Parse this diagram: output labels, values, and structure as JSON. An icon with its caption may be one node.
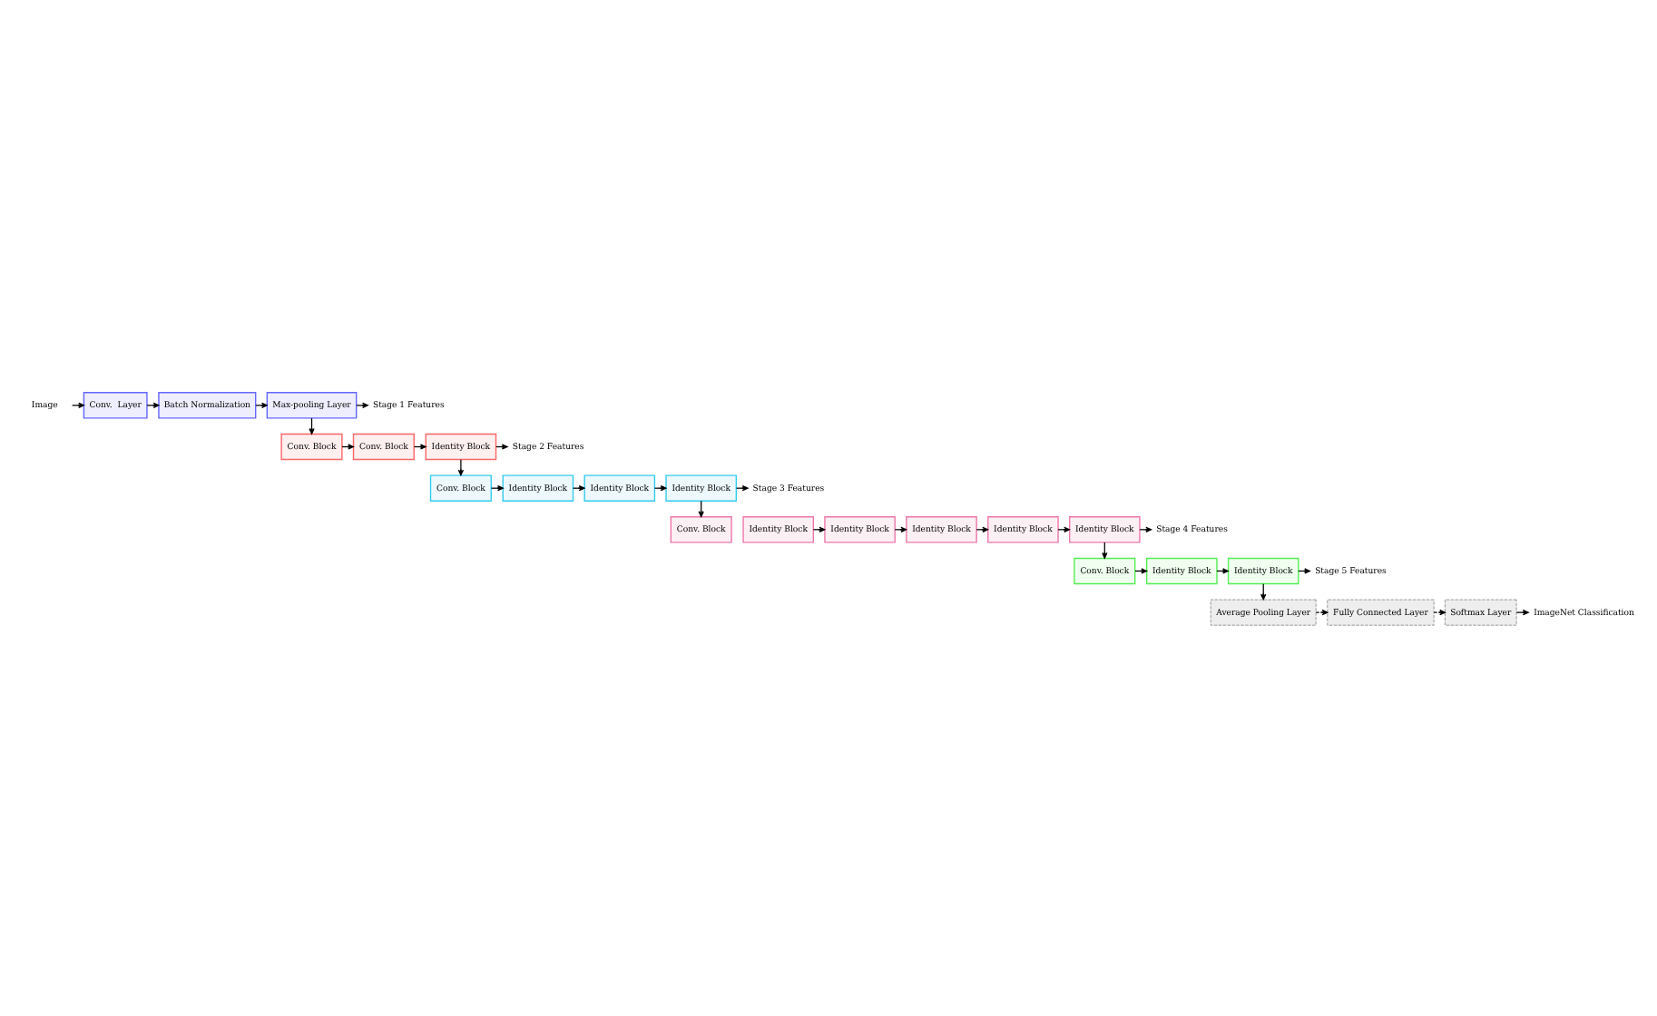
{
  "diagram": {
    "nodes": [
      {
        "text": [
          "Image"
        ]
      },
      {
        "text": [
          "Conv.  Layer"
        ]
      },
      {
        "text": [
          "Batch Normalization"
        ]
      },
      {
        "text": [
          "Max-pooling Layer"
        ]
      },
      {
        "text": [
          "Stage 1 Features"
        ]
      },
      {
        "text": [
          "Conv. Block"
        ]
      },
      {
        "text": [
          "Conv. Block"
        ]
      },
      {
        "text": [
          "Identity Block"
        ]
      },
      {
        "text": [
          "Stage 2 Features"
        ]
      },
      {
        "text": [
          "Conv. Block"
        ]
      },
      {
        "text": [
          "Identity Block"
        ]
      },
      {
        "text": [
          "Identity Block"
        ]
      },
      {
        "text": [
          "Identity Block"
        ]
      },
      {
        "text": [
          "Stage 3 Features"
        ]
      },
      {
        "text": [
          "Conv. Block"
        ]
      },
      {
        "text": [
          "Identity Block"
        ]
      },
      {
        "text": [
          "Identity Block"
        ]
      },
      {
        "text": [
          "Identity Block"
        ]
      },
      {
        "text": [
          "Identity Block"
        ]
      },
      {
        "text": [
          "Identity Block"
        ]
      },
      {
        "text": [
          "Stage 4 Features"
        ]
      },
      {
        "text": [
          "Conv. Block"
        ]
      },
      {
        "text": [
          "Identity Block"
        ]
      },
      {
        "text": [
          "Identity Block"
        ]
      },
      {
        "text": [
          "Stage 5 Features"
        ]
      },
      {
        "text": [
          "Average Pooling Layer"
        ]
      },
      {
        "text": [
          "Fully Connected Layer"
        ]
      },
      {
        "text": [
          "Softmax Layer"
        ]
      },
      {
        "text": [
          "ImageNet Classification"
        ]
      }
    ],
    "edges": [
      {
        "from": 0,
        "to": 1,
        "arrow": "to"
      },
      {
        "from": 1,
        "to": 2,
        "arrow": "to"
      },
      {
        "from": 2,
        "to": 3,
        "arrow": "to"
      },
      {
        "from": 3,
        "to": 4,
        "arrow": "to"
      },
      {
        "from": 3,
        "to": 5,
        "arrow": "to"
      },
      {
        "from": 5,
        "to": 6,
        "arrow": "to"
      },
      {
        "from": 6,
        "to": 7,
        "arrow": "to"
      },
      {
        "from": 7,
        "to": 8,
        "arrow": "to"
      },
      {
        "from": 7,
        "to": 9,
        "arrow": "to"
      },
      {
        "from": 9,
        "to": 10,
        "arrow": "to"
      },
      {
        "from": 10,
        "to": 11,
        "arrow": "to"
      },
      {
        "from": 11,
        "to": 12,
        "arrow": "to"
      },
      {
        "from": 12,
        "to": 13,
        "arrow": "to"
      },
      {
        "from": 12,
        "to": 14,
        "arrow": "to"
      },
      {
        "from": 15,
        "to": 16,
        "arrow": "to"
      },
      {
        "from": 16,
        "to": 17,
        "arrow": "to"
      },
      {
        "from": 17,
        "to": 18,
        "arrow": "to"
      },
      {
        "from": 18,
        "to": 19,
        "arrow": "to"
      },
      {
        "from": 19,
        "to": 20,
        "arrow": "to"
      },
      {
        "from": 19,
        "to": 21,
        "arrow": "to"
      },
      {
        "from": 21,
        "to": 22,
        "arrow": "to"
      },
      {
        "from": 22,
        "to": 23,
        "arrow": "to"
      },
      {
        "from": 23,
        "to": 24,
        "arrow": "to"
      },
      {
        "from": 23,
        "to": 25,
        "arrow": "to"
      },
      {
        "from": 25,
        "to": 26,
        "arrow": "to",
        "style": "dashed"
      },
      {
        "from": 26,
        "to": 27,
        "arrow": "to",
        "style": "dashed"
      },
      {
        "from": 27,
        "to": 28,
        "arrow": "to"
      }
    ]
  }
}
